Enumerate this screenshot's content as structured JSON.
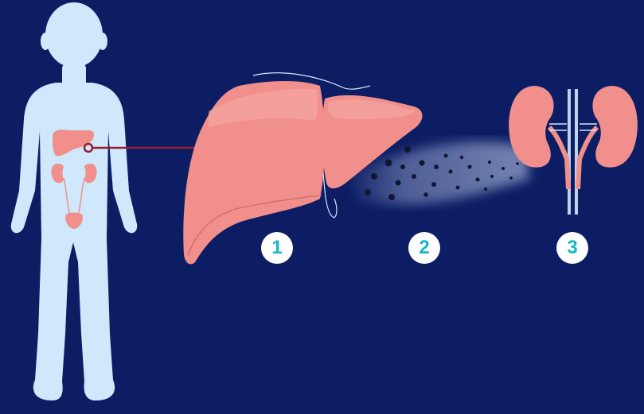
{
  "colors": {
    "background": "#0c1d64",
    "body": "#cfe8fb",
    "organ": "#f08f8c",
    "organ_light": "#f6aaa5",
    "organ_dark": "#c96e70",
    "connector": "#9b1b30",
    "particle": "#111633",
    "badge_bg": "#ffffff",
    "badge_text": "#14b9c7"
  },
  "icons": [
    "child-silhouette",
    "liver",
    "kidneys",
    "bladder",
    "particles-stream"
  ],
  "steps": [
    {
      "number": "1"
    },
    {
      "number": "2"
    },
    {
      "number": "3"
    }
  ]
}
